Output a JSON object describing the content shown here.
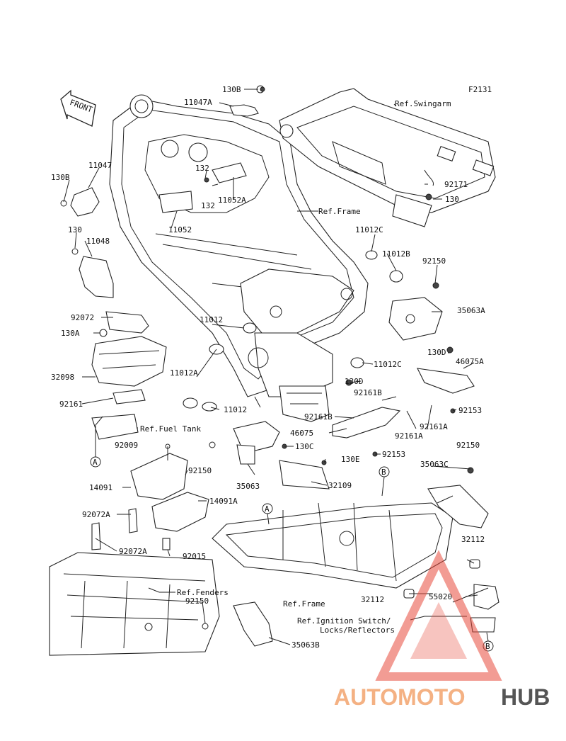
{
  "figure_code": "F2131",
  "front_label": "FRONT",
  "watermark": {
    "part1": "AUTOMOTO",
    "part2": "HUB",
    "color1": "#f4b183",
    "color2": "#555555",
    "logo_color": "#e84c3d"
  },
  "callouts": {
    "c130B_top": "130B",
    "c11047A": "11047A",
    "c11047": "11047",
    "c130B_left": "130B",
    "c132a": "132",
    "c132b": "132",
    "c11052A": "11052A",
    "c11052": "11052",
    "c130_left": "130",
    "c11048": "11048",
    "c92072": "92072",
    "c130A": "130A",
    "c32098": "32098",
    "c92161": "92161",
    "c92009": "92009",
    "c14091": "14091",
    "c92150_mid": "92150",
    "c14091A": "14091A",
    "c92072A": "92072A",
    "c92072A_b": "92072A",
    "c92015": "92015",
    "c92150_low": "92150",
    "c35063B": "35063B",
    "c35063": "35063",
    "c130C": "130C",
    "c130E": "130E",
    "c32109": "32109",
    "c46075": "46075",
    "c92161B_a": "92161B",
    "c92161B_b": "92161B",
    "c130D_a": "130D",
    "c130D_b": "130D",
    "c92161A_a": "92161A",
    "c92161A_b": "92161A",
    "c92153_a": "92153",
    "c92153_b": "92153",
    "c46075A": "46075A",
    "c92150_r": "92150",
    "c35063C": "35063C",
    "c32112_a": "32112",
    "c32112_b": "32112",
    "c55020": "55020",
    "c11012C_a": "11012C",
    "c11012B": "11012B",
    "c92150_top": "92150",
    "c35063A": "35063A",
    "c11012": "11012",
    "c11012C_b": "11012C",
    "c11012A": "11012A",
    "c11012_b": "11012",
    "c92171": "92171",
    "c130_r": "130",
    "markA1": "A",
    "markA2": "A",
    "markB1": "B",
    "markB2": "B"
  },
  "refs": {
    "swingarm": "Ref.Swingarm",
    "frame_top": "Ref.Frame",
    "fuel_tank": "Ref.Fuel Tank",
    "fenders": "Ref.Fenders",
    "frame_low": "Ref.Frame",
    "ignition1": "Ref.Ignition Switch/",
    "ignition2": "Locks/Reflectors"
  }
}
